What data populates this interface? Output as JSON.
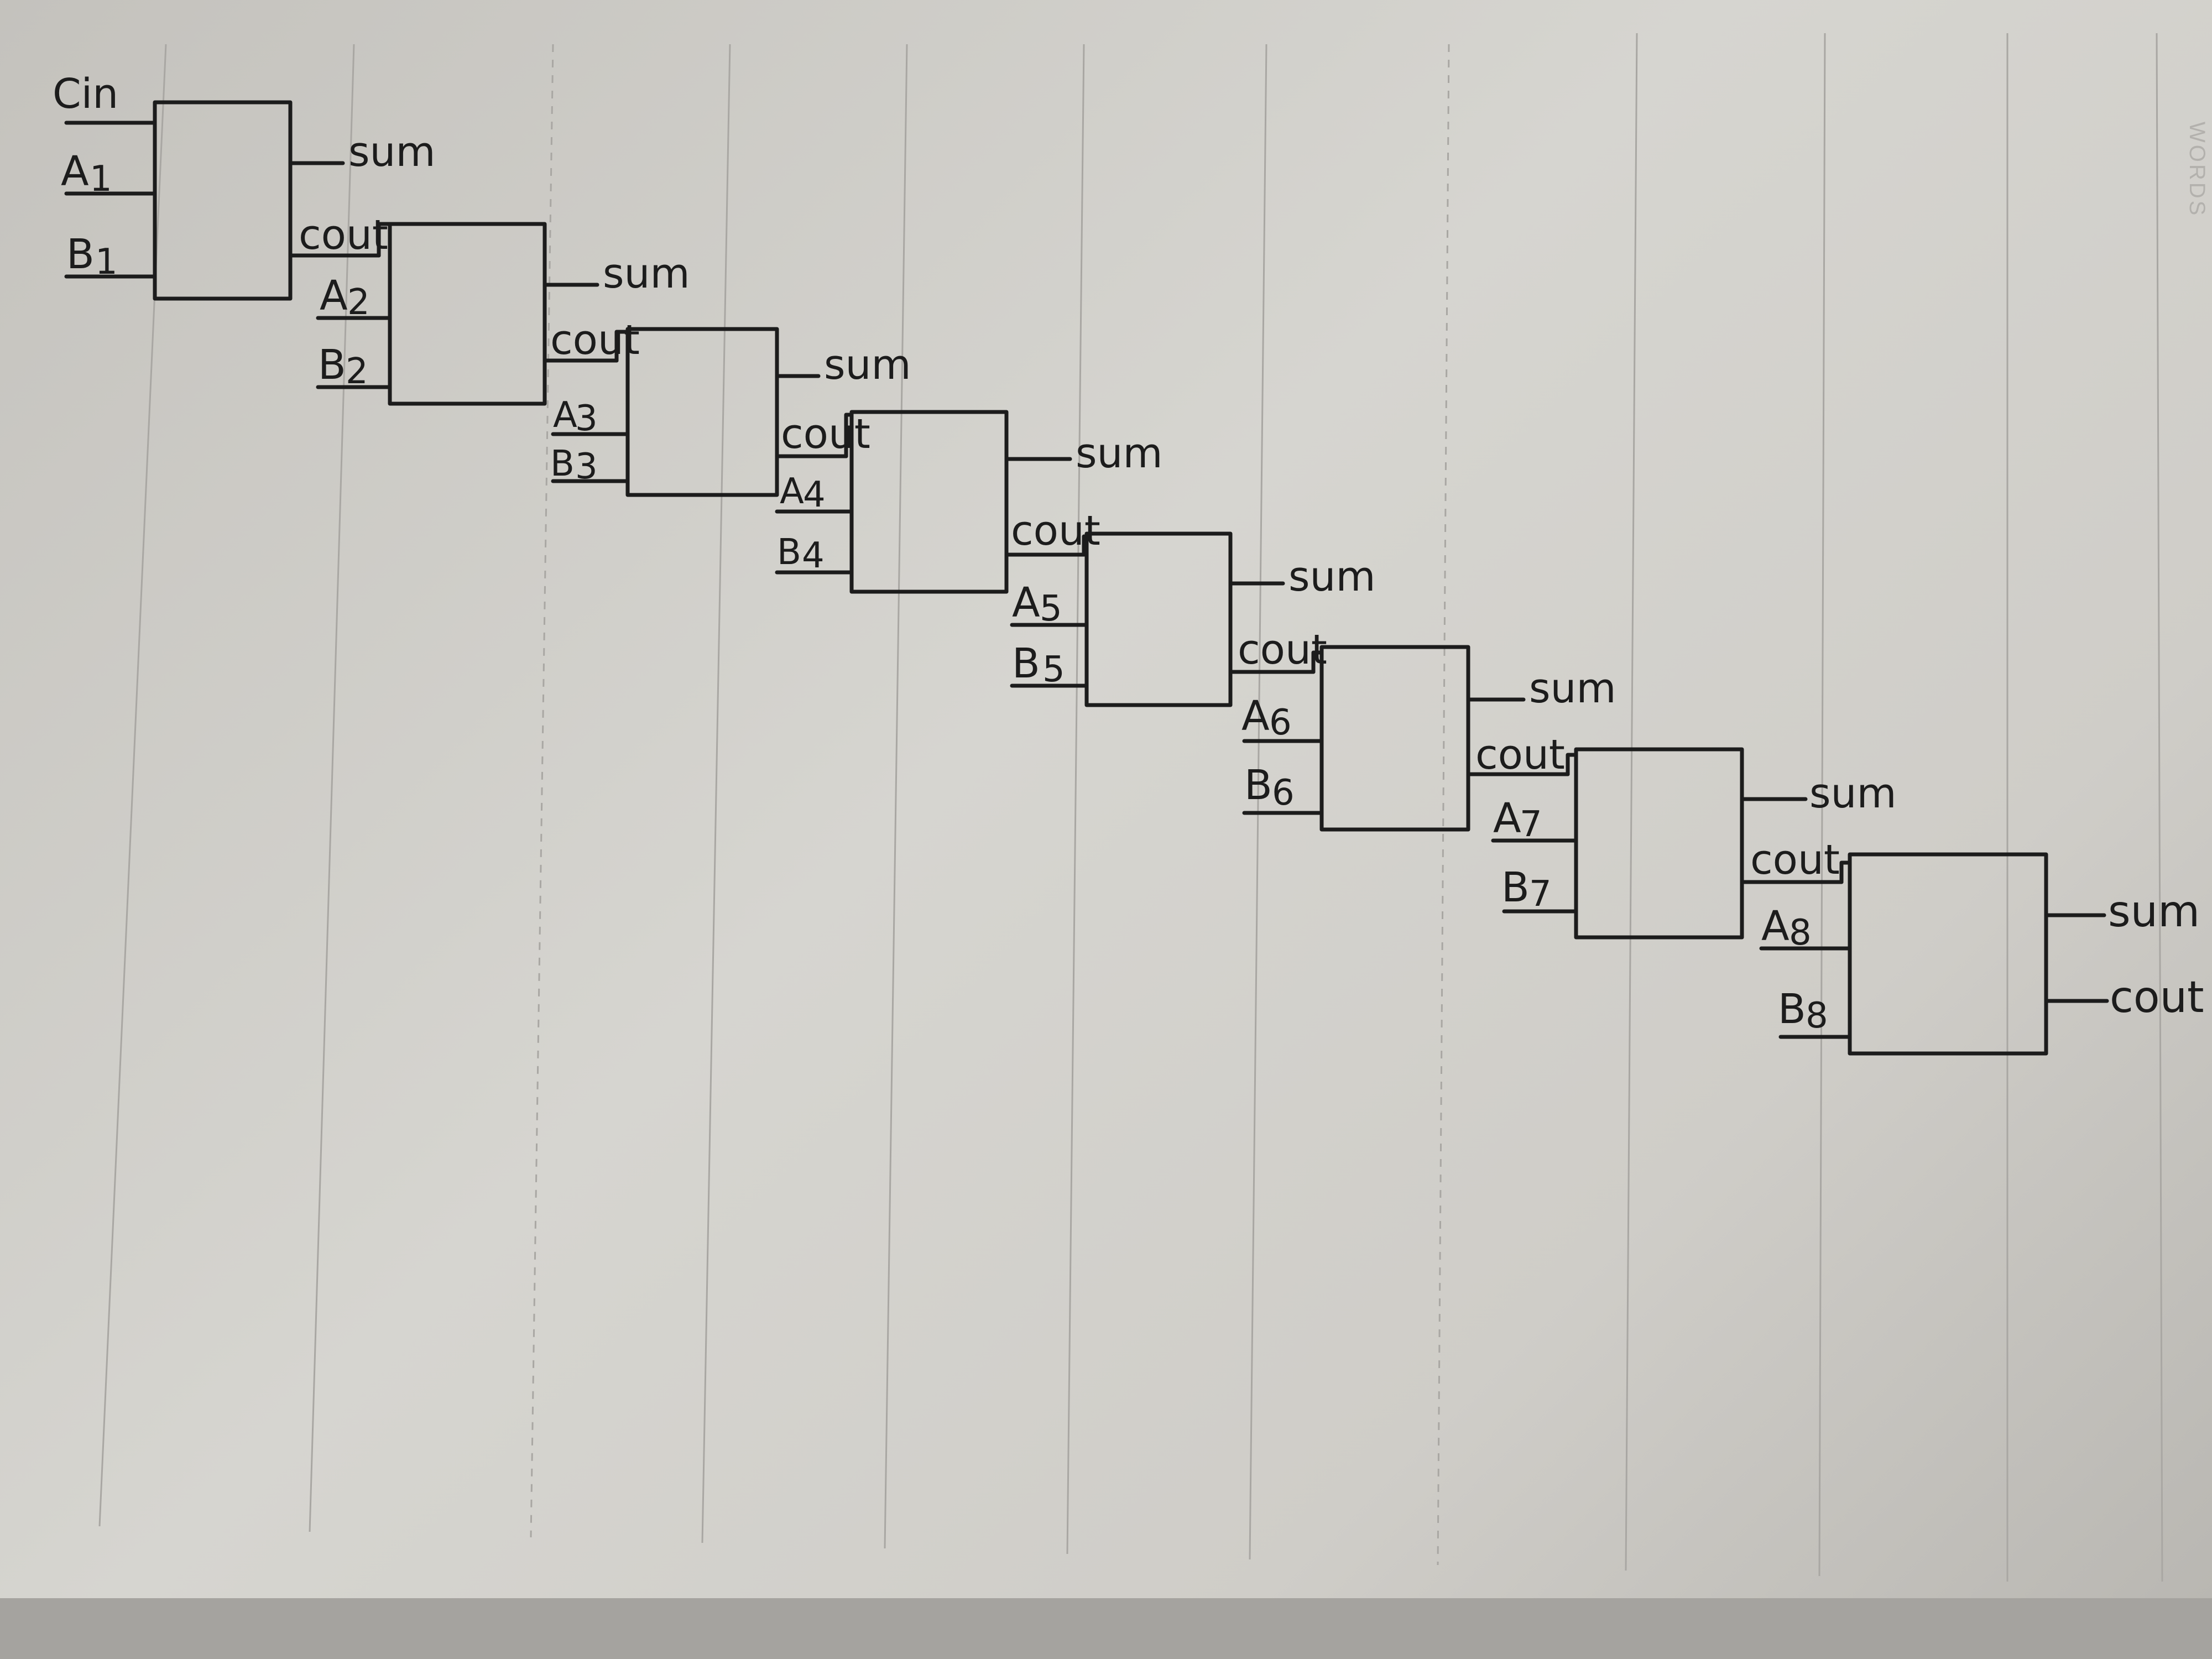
{
  "diagram": {
    "stages": [
      {
        "inputs": [
          "Cin",
          "A1",
          "B1"
        ],
        "outputs": [
          "sum",
          "cout"
        ]
      },
      {
        "inputs": [
          "cout",
          "A2",
          "B2"
        ],
        "outputs": [
          "sum",
          "cout"
        ]
      },
      {
        "inputs": [
          "cout",
          "A3",
          "B3"
        ],
        "outputs": [
          "sum",
          "cout"
        ]
      },
      {
        "inputs": [
          "cout",
          "A4",
          "B4"
        ],
        "outputs": [
          "sum",
          "cout"
        ]
      },
      {
        "inputs": [
          "cout",
          "A5",
          "B5"
        ],
        "outputs": [
          "sum",
          "cout"
        ]
      },
      {
        "inputs": [
          "cout",
          "A6",
          "B6"
        ],
        "outputs": [
          "sum",
          "cout"
        ]
      },
      {
        "inputs": [
          "cout",
          "A7",
          "B7"
        ],
        "outputs": [
          "sum",
          "cout"
        ]
      },
      {
        "inputs": [
          "cout",
          "A8",
          "B8"
        ],
        "outputs": [
          "sum",
          "cout"
        ]
      }
    ],
    "edges": [
      {
        "from": 0,
        "to": 1,
        "label": "cout"
      },
      {
        "from": 1,
        "to": 2,
        "label": "cout"
      },
      {
        "from": 2,
        "to": 3,
        "label": "cout"
      },
      {
        "from": 3,
        "to": 4,
        "label": "cout"
      },
      {
        "from": 4,
        "to": 5,
        "label": "cout"
      },
      {
        "from": 5,
        "to": 6,
        "label": "cout"
      },
      {
        "from": 6,
        "to": 7,
        "label": "cout"
      }
    ],
    "colors": {
      "ink": "#1c1c1c",
      "paper": "#d6d5d0",
      "rule": "#a9a7a3"
    }
  },
  "labels": {
    "cin": "Cin",
    "a1": "A",
    "a1_sub": "1",
    "b1": "B",
    "b1_sub": "1",
    "a2": "A",
    "a2_sub": "2",
    "b2": "B",
    "b2_sub": "2",
    "a3": "A",
    "a3_sub": "3",
    "b3": "B",
    "b3_sub": "3",
    "a4": "A",
    "a4_sub": "4",
    "b4": "B",
    "b4_sub": "4",
    "a5": "A",
    "a5_sub": "5",
    "b5": "B",
    "b5_sub": "5",
    "a6": "A",
    "a6_sub": "6",
    "b6": "B",
    "b6_sub": "6",
    "a7": "A",
    "a7_sub": "7",
    "b7": "B",
    "b7_sub": "7",
    "a8": "A",
    "a8_sub": "8",
    "b8": "B",
    "b8_sub": "8",
    "sum": "sum",
    "cout": "cout"
  },
  "watermark": "WORDS"
}
